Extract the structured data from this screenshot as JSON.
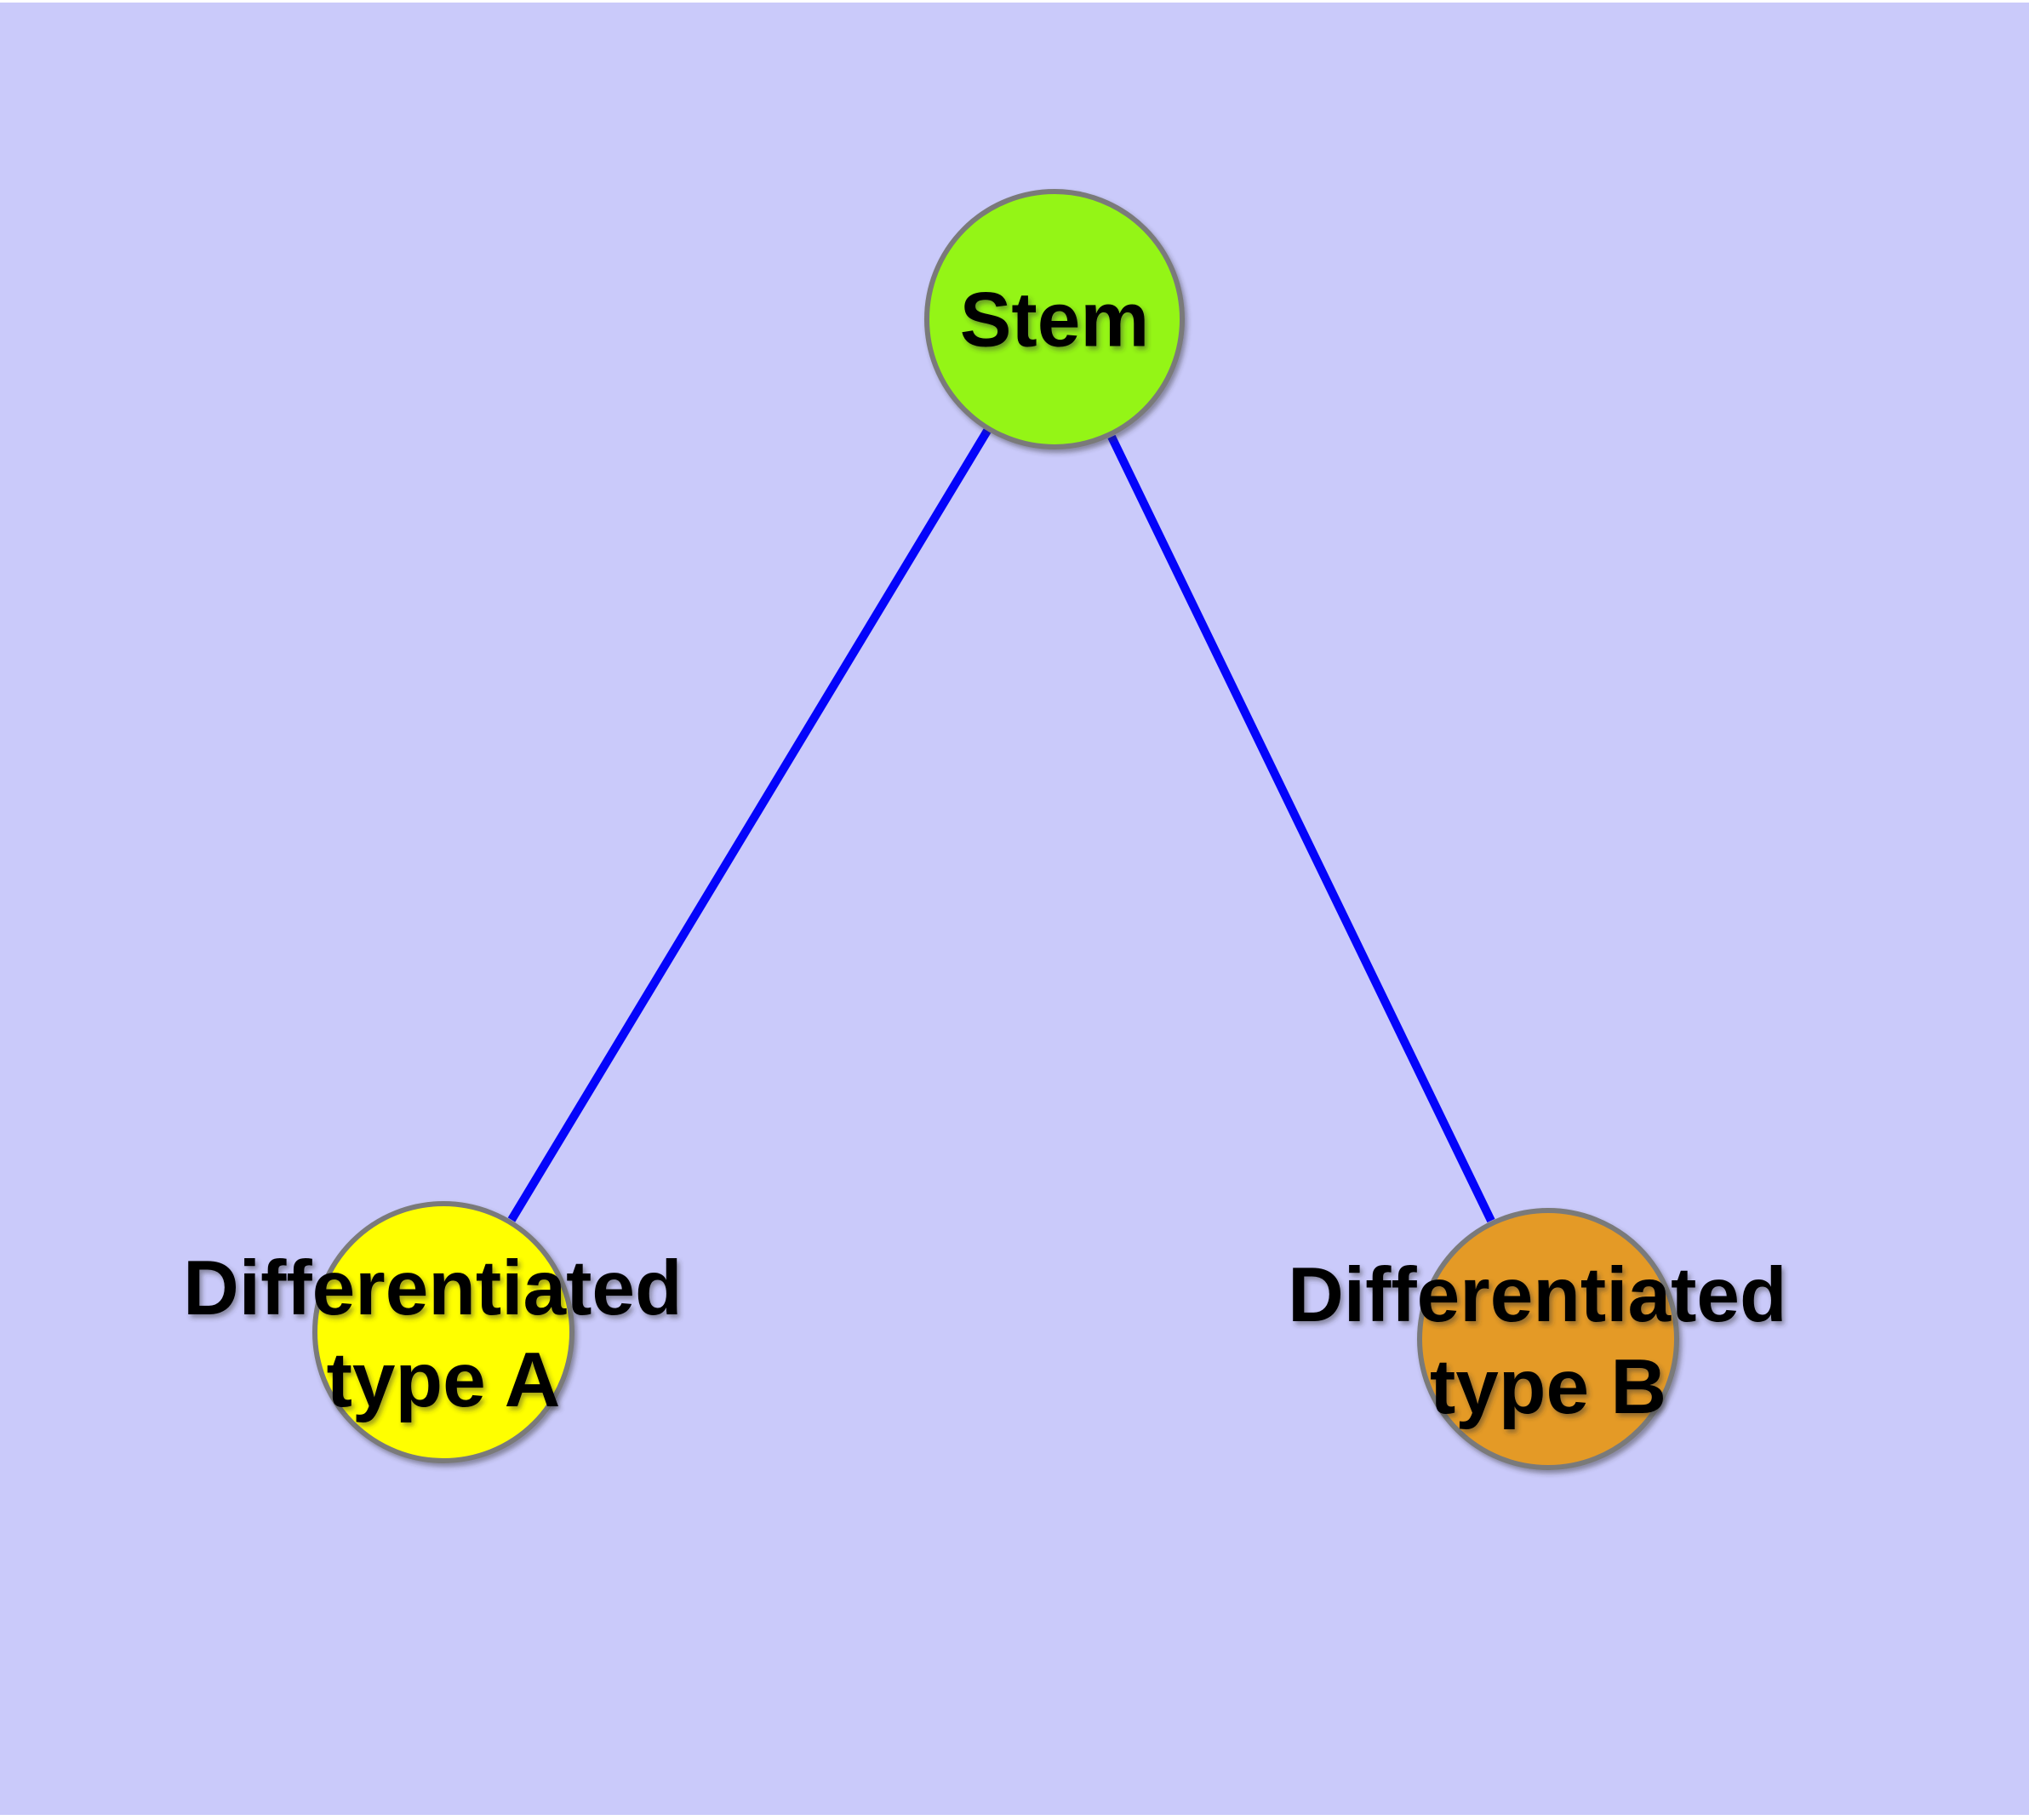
{
  "diagram": {
    "type": "node-link-graph",
    "background_color": "#cacafa",
    "page_margin_color": "#ffffff",
    "edge_color": "#0404fa",
    "node_border_color": "#7a7a7a",
    "label_color": "#000000",
    "nodes": [
      {
        "id": "stem",
        "label": "Stem",
        "label_lines": [
          "Stem"
        ],
        "color": "#94f512"
      },
      {
        "id": "type_a",
        "label": "Differentiated type A",
        "label_lines": [
          "Differentiated",
          "type A"
        ],
        "color": "#ffff00"
      },
      {
        "id": "type_b",
        "label": "Differentiated type B",
        "label_lines": [
          "Differentiated",
          "type B"
        ],
        "color": "#e49a28"
      }
    ],
    "edges": [
      {
        "from": "Stem",
        "to": "Differentiated type A"
      },
      {
        "from": "Stem",
        "to": "Differentiated type B"
      }
    ]
  }
}
